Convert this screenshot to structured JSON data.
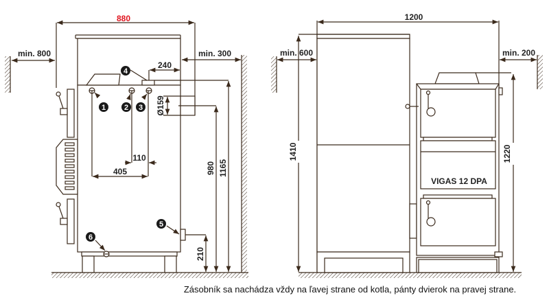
{
  "side_view": {
    "width_label": "880",
    "clearance_left": "min. 800",
    "clearance_right": "min. 300",
    "dim_240": "240",
    "dim_flue_diameter": "Ø159",
    "dim_110": "110",
    "dim_405": "405",
    "dim_980": "980",
    "dim_1165": "1165",
    "dim_210": "210",
    "connections": [
      "1",
      "2",
      "3",
      "4",
      "5",
      "6"
    ]
  },
  "front_view": {
    "width_label": "1200",
    "clearance_left": "min. 600",
    "clearance_right": "min. 200",
    "tank_height": "1410",
    "boiler_height": "1220",
    "model_label": "VIGAS  12 DPA"
  },
  "caption": "Zásobník sa nachádza vždy na ľavej strane od kotla, pánty dvierok na pravej strane.",
  "colors": {
    "line": "#3b2a1c",
    "accent_dimension": "#e0141e"
  }
}
